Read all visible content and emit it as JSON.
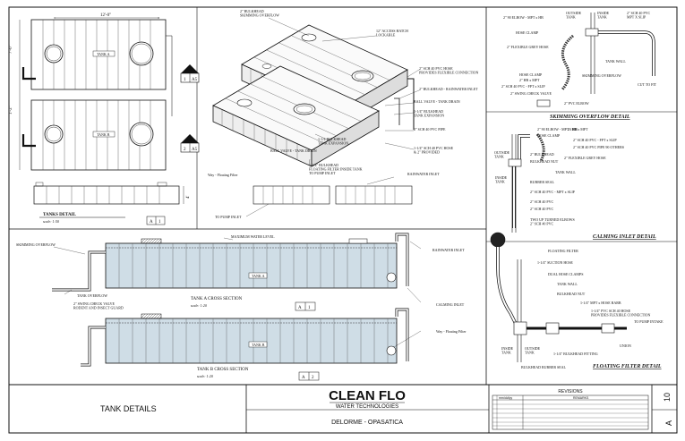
{
  "plan": {
    "dim_top": "12'-0\"",
    "dim_left_top": "7'-0\"",
    "dim_left_mid": "1'-2\"",
    "tank_a_label": "TANK A",
    "tank_b_label": "TANK B",
    "section_1_num": "1",
    "section_1_sheet": "A5",
    "section_2_num": "2",
    "section_2_sheet": "A5",
    "elev_dim": "4'",
    "detail_title": "TANKS DETAIL",
    "detail_scale": "scale: 1:50",
    "detail_ref_1": "A",
    "detail_ref_2": "1"
  },
  "iso": {
    "bulkhead_skim": "2\" BULKHEAD\nSKIMMING OVERFLOW",
    "access_hatch": "12\" ACCESS HATCH\nLOCKABLE",
    "sch40_hose": "2\" SCH 40 PVC HOSE\nPROVIDES FLEXIBLE CONNECTION",
    "bulkhead_rain": "2\" BULKHEAD - RAINWATER INLET",
    "ball_valve_drain": "BALL VALVE - TANK DRAIN",
    "bulkhead_exp": "1-1/4\" BULKHEAD\nTANK EXPANSION",
    "sch40_pipe": "2\" SCH 40 PVC PIPE",
    "sch40_hose_prov": "1-1/4\" SCH 40 PVC HOSE\n& 2\" PROVIDED",
    "bulkhead_exp2": "1-1/4 BULKHEAD\nTANK EXPANSION",
    "ball_valve_drain2": "BALL VALVE - TANK DRAIN",
    "bulkhead_float": "1-1/4\" BULKHEAD\nFLOATING FILTER INSIDE TANK\nTO PUMP INLET",
    "way_filter": "Way - Floating Filter",
    "rainwater_inlet": "RAINWATER INLET",
    "to_pump_inlet": "TO PUMP INLET"
  },
  "sections": {
    "max_water": "MAXIMUM WATER LEVEL",
    "skim_overflow": "SKIMMING OVERFLOW",
    "tank_overflow": "TANK OVERFLOW",
    "swing_valve": "2\" SWING CHECK VALVE\nRODENT AND INSECT GUARD",
    "rain_inlet": "RAINWATER INLET",
    "calming_inlet": "CALMING INLET",
    "floating_filter": "Way - Floating Filter",
    "a_title": "TANK A CROSS SECTION",
    "a_scale": "scale: 1:20",
    "a_ref_1": "A",
    "a_ref_2": "1",
    "a_tag": "TANK A",
    "b_title": "TANK B CROSS SECTION",
    "b_scale": "scale: 1:20",
    "b_ref_1": "A",
    "b_ref_2": "2",
    "b_tag": "TANK B"
  },
  "skim_detail": {
    "elbow": "2\" 90 ELBOW - MPT x HB",
    "outside": "OUTSIDE\nTANK",
    "inside": "INSIDE\nTANK",
    "sch40_mpt": "2\" SCH 40 PVC\nMPT X SLIP",
    "hose_clamp": "HOSE CLAMP",
    "flex_hose": "2\" FLEXIBLE GREY HOSE",
    "tank_wall": "TANK WALL",
    "hose_clamp2": "HOSE CLAMP",
    "hb_mpt": "2\" HB x MPT",
    "pvc_fpt": "2\" SCH 40 PVC - FPT x SLIP",
    "swing_check": "2\" SWING CHECK VALVE",
    "skim_overflow": "SKIMMING OVERFLOW",
    "cut_to_fit": "CUT TO FIT",
    "pvc_elbow": "2\" PVC ELBOW",
    "title": "SKIMMING OVERFLOW DETAIL"
  },
  "calm_detail": {
    "elbow": "2\" 90 ELBOW - MPT x HB",
    "hb_mpt": "2\" HB x MPT",
    "hose_clamp": "HOSE CLAMP",
    "sch40_fpt": "2\" SCH 40 PVC - FPT x SLIP",
    "sch40_pipe": "2\" SCH 40 PVC PIPE 90 OTHERS",
    "bulkhead": "2\" BULKHEAD",
    "outside": "OUTSIDE\nTANK",
    "flex_hose": "2\" FLEXIBLE GREY HOSE",
    "bulk_nut": "BULKHEAD NUT",
    "tank_wall": "TANK WALL",
    "inside": "INSIDE\nTANK",
    "rubber_seal": "RUBBER SEAL",
    "sch40_slip": "2\" SCH 40 PVC - MPT x SLIP",
    "sch40_pvc": "2\" SCH 40 PVC",
    "sch40_pvc2": "2\" SCH 40 PVC",
    "turned_elbows": "TWO UP TURNED ELBOWS\n2\" SCH 40 PVC",
    "title": "CALMING INLET DETAIL"
  },
  "float_detail": {
    "floating_filter": "FLOATING FILTER",
    "suction_hose": "1-1/4\" SUCTION HOSE",
    "dual_clamps": "DUAL HOSE CLAMPS",
    "tank_wall": "TANK WALL",
    "bulk_nut": "BULKHEAD NUT",
    "mpt_barb": "1-1/4\" MPT x HOSE BARB",
    "pvc_hose": "1-1/4\" PVC SCH 40 HOSE\nPROVIDES FLEXIBLE CONNECTION",
    "to_pump": "TO PUMP INTAKE",
    "union": "UNION",
    "bulkhead_fitting": "1-1/4\" BULKHEAD FITTING",
    "inside": "INSIDE\nTANK",
    "outside": "OUTSIDE\nTANK",
    "rubber_seal": "BULKHEAD RUBBER SEAL",
    "title": "FLOATING FILTER DETAIL"
  },
  "titleblock": {
    "sheet_title": "TANK DETAILS",
    "brand": "CLEAN FLO",
    "brand_sub": "WATER TECHNOLOGIES",
    "project": "DELORME - OPASATICA",
    "revisions": "REVISIONS",
    "rev_col1": "mm/dd/yy",
    "rev_col2": "REMARKS",
    "sheet_letter": "A",
    "sheet_number": "10"
  }
}
